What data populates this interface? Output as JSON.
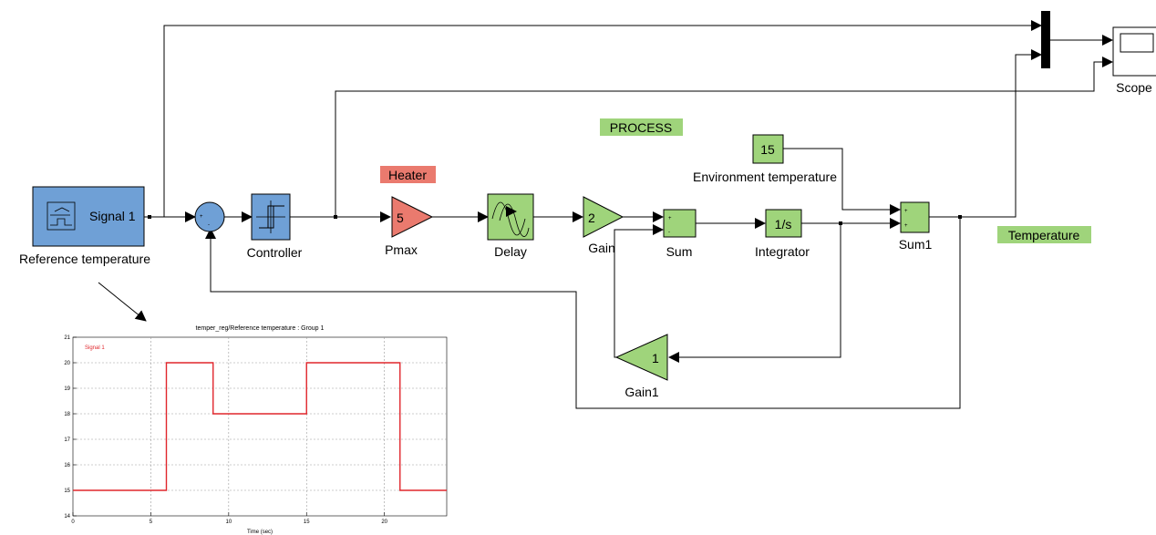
{
  "colors": {
    "source_block": "#6fa0d6",
    "process_block": "#9fd47b",
    "heater_block": "#ea7a6e",
    "process_tag": "#9fd47b",
    "heater_tag": "#ea7a6e",
    "plot_line": "#e0262c"
  },
  "blocks": {
    "reference_temperature": {
      "inner": "Signal 1",
      "caption": "Reference temperature",
      "icon": "signal-builder-icon"
    },
    "sum_left": {
      "plus": "+",
      "minus": "-",
      "icon": "sum-circle-icon"
    },
    "controller": {
      "caption": "Controller",
      "icon": "relay-icon"
    },
    "pmax": {
      "value": "5",
      "caption": "Pmax"
    },
    "delay": {
      "caption": "Delay",
      "icon": "transport-delay-icon"
    },
    "gain": {
      "value": "2",
      "caption": "Gain"
    },
    "sum": {
      "plus": "+",
      "minus": "-",
      "caption": "Sum"
    },
    "integrator": {
      "value": "1/s",
      "caption": "Integrator"
    },
    "environment": {
      "value": "15",
      "caption": "Environment temperature"
    },
    "sum1": {
      "plus1": "+",
      "plus2": "+",
      "caption": "Sum1"
    },
    "gain1": {
      "value": "1",
      "caption": "Gain1"
    },
    "scope": {
      "caption": "Scope",
      "icon": "scope-icon"
    }
  },
  "tags": {
    "process": "PROCESS",
    "heater": "Heater",
    "temperature": "Temperature"
  },
  "chart_data": {
    "type": "line",
    "title": "temper_reg/Reference temperature : Group 1",
    "xlabel": "Time (sec)",
    "ylabel": "",
    "xlim": [
      0,
      24
    ],
    "ylim": [
      14,
      21
    ],
    "xticks": [
      "0",
      "5",
      "10",
      "15",
      "20"
    ],
    "yticks": [
      "14",
      "15",
      "16",
      "17",
      "18",
      "19",
      "20",
      "21"
    ],
    "grid": true,
    "legend": "top-left",
    "series": [
      {
        "name": "Signal 1",
        "color": "#e0262c",
        "x": [
          0,
          6,
          6,
          9,
          9,
          15,
          15,
          21,
          21,
          24
        ],
        "y": [
          15,
          15,
          20,
          20,
          18,
          18,
          20,
          20,
          15,
          15
        ]
      }
    ]
  }
}
